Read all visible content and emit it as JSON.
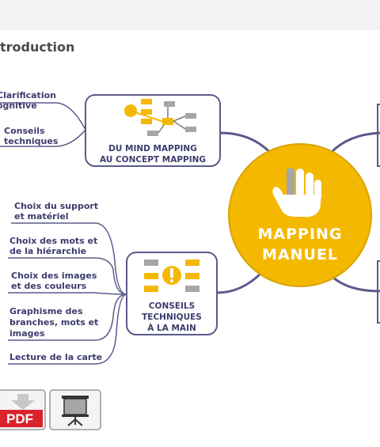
{
  "heading": "troduction",
  "center": {
    "line1": "MAPPING",
    "line2": "MANUEL",
    "color": "#f5b800"
  },
  "branch_top": {
    "line1": "DU MIND MAPPING",
    "line2": "AU CONCEPT MAPPING",
    "leaves": [
      {
        "line1": "Clarification",
        "line2": "ognitive"
      },
      {
        "line1": "Conseils",
        "line2": "techniques"
      }
    ]
  },
  "branch_bottom": {
    "line1": "CONSEILS",
    "line2": "TECHNIQUES",
    "line3": "À LA MAIN",
    "leaves": [
      {
        "line1": "Choix du support",
        "line2": "et matériel"
      },
      {
        "line1": "Choix des mots et",
        "line2": "de la hiérarchie"
      },
      {
        "line1": "Choix des images",
        "line2": "et des couleurs"
      },
      {
        "line1": "Graphisme des",
        "line2": "branches, mots et",
        "line3": "images"
      },
      {
        "line1": "Lecture de la carte"
      }
    ]
  },
  "downloads": {
    "pdf_label": "PDF"
  },
  "colors": {
    "line": "#5a5a8c",
    "box_border": "#5a5a8c",
    "accent": "#f5b800",
    "pdf_red": "#d9232d"
  }
}
